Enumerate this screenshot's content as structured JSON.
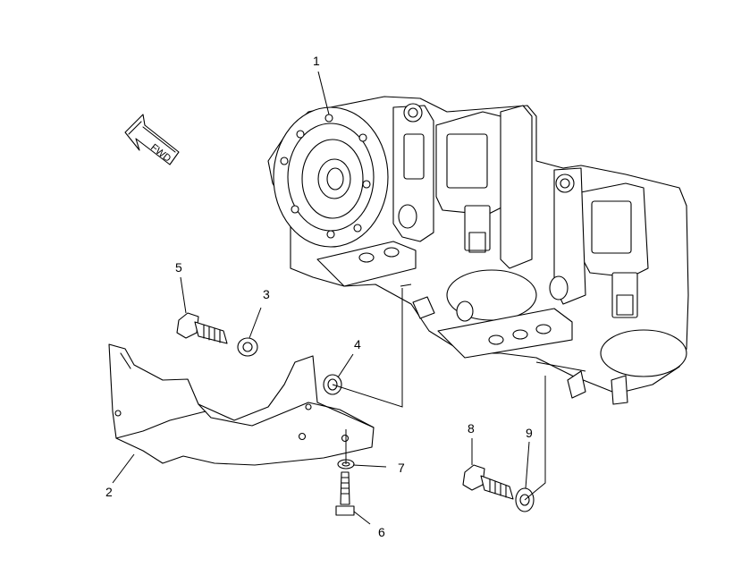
{
  "direction_arrow": {
    "label": "FWD"
  },
  "callouts": [
    {
      "id": "part-1",
      "text": "1"
    },
    {
      "id": "part-2",
      "text": "2"
    },
    {
      "id": "part-3",
      "text": "3"
    },
    {
      "id": "part-4",
      "text": "4"
    },
    {
      "id": "part-5",
      "text": "5"
    },
    {
      "id": "part-6",
      "text": "6"
    },
    {
      "id": "part-7",
      "text": "7"
    },
    {
      "id": "part-8",
      "text": "8"
    },
    {
      "id": "part-9",
      "text": "9"
    }
  ]
}
